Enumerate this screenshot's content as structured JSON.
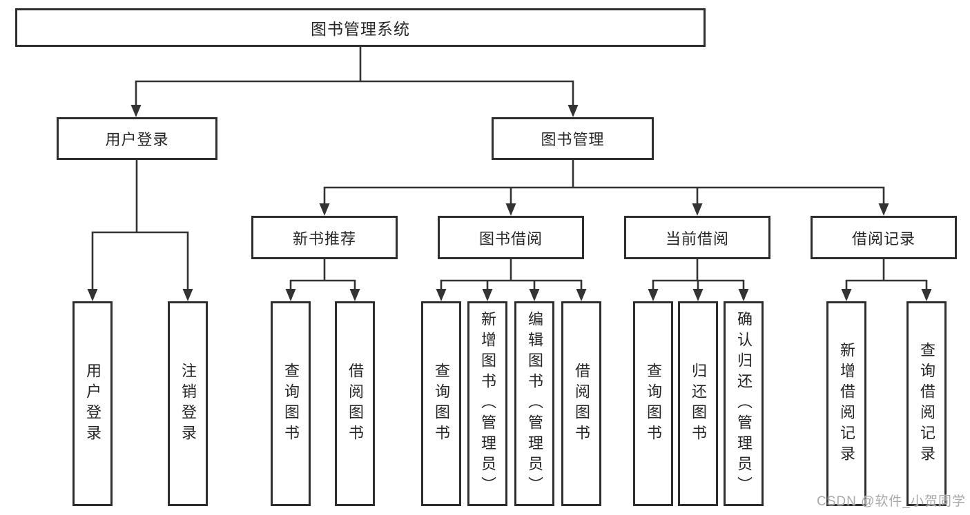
{
  "watermark": "CSDN @软件_小贺同学",
  "colors": {
    "line": "#333333",
    "border": "#2d2d2d",
    "text": "#262626",
    "background": "#ffffff",
    "watermark": "#aaaaaa"
  },
  "nodes": {
    "root": {
      "label": "图书管理系统",
      "level": 1
    },
    "user_login_group": {
      "label": "用户登录",
      "level": 2,
      "parent": "root"
    },
    "book_management": {
      "label": "图书管理",
      "level": 2,
      "parent": "root"
    },
    "new_book_recommend": {
      "label": "新书推荐",
      "level": 3,
      "parent": "book_management"
    },
    "book_borrow": {
      "label": "图书借阅",
      "level": 3,
      "parent": "book_management"
    },
    "current_borrow": {
      "label": "当前借阅",
      "level": 3,
      "parent": "book_management"
    },
    "borrow_records": {
      "label": "借阅记录",
      "level": 3,
      "parent": "book_management"
    },
    "user_login": {
      "label": "用户登录",
      "level": 4,
      "parent": "user_login_group"
    },
    "logout_login": {
      "label": "注销登录",
      "level": 4,
      "parent": "user_login_group"
    },
    "query_books_recommend": {
      "label": "查询图书",
      "level": 4,
      "parent": "new_book_recommend"
    },
    "borrow_books_recommend": {
      "label": "借阅图书",
      "level": 4,
      "parent": "new_book_recommend"
    },
    "query_books_borrow": {
      "label": "查询图书",
      "level": 4,
      "parent": "book_borrow"
    },
    "add_books_admin": {
      "label": "新增图书（管理员）",
      "level": 4,
      "parent": "book_borrow"
    },
    "edit_books_admin": {
      "label": "编辑图书（管理员）",
      "level": 4,
      "parent": "book_borrow"
    },
    "borrow_books_borrow": {
      "label": "借阅图书",
      "level": 4,
      "parent": "book_borrow"
    },
    "query_books_current": {
      "label": "查询图书",
      "level": 4,
      "parent": "current_borrow"
    },
    "return_books": {
      "label": "归还图书",
      "level": 4,
      "parent": "current_borrow"
    },
    "confirm_return_admin": {
      "label": "确认归还（管理员）",
      "level": 4,
      "parent": "current_borrow"
    },
    "add_borrow_record": {
      "label": "新增借阅记录",
      "level": 4,
      "parent": "borrow_records"
    },
    "query_borrow_record": {
      "label": "查询借阅记录",
      "level": 4,
      "parent": "borrow_records"
    }
  }
}
